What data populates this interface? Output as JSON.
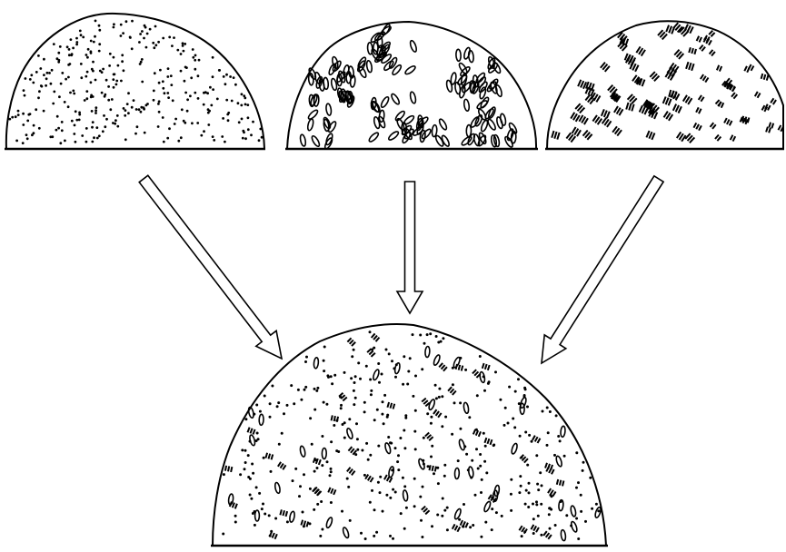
{
  "diagram": {
    "description_text": "",
    "colors": {
      "ink": "#000000",
      "background": "#ffffff"
    },
    "source_mounds": [
      {
        "id": "dots-mound",
        "particle": "dots"
      },
      {
        "id": "ellipses-mound",
        "particle": "ellipses"
      },
      {
        "id": "bars-mound",
        "particle": "bars"
      }
    ],
    "result_mound": {
      "id": "mixture-mound",
      "particles": [
        "dots",
        "ellipses",
        "bars"
      ]
    },
    "arrows": [
      {
        "id": "arrow-left",
        "from": "dots-mound",
        "to": "mixture-mound"
      },
      {
        "id": "arrow-center",
        "from": "ellipses-mound",
        "to": "mixture-mound"
      },
      {
        "id": "arrow-right",
        "from": "bars-mound",
        "to": "mixture-mound"
      }
    ]
  }
}
